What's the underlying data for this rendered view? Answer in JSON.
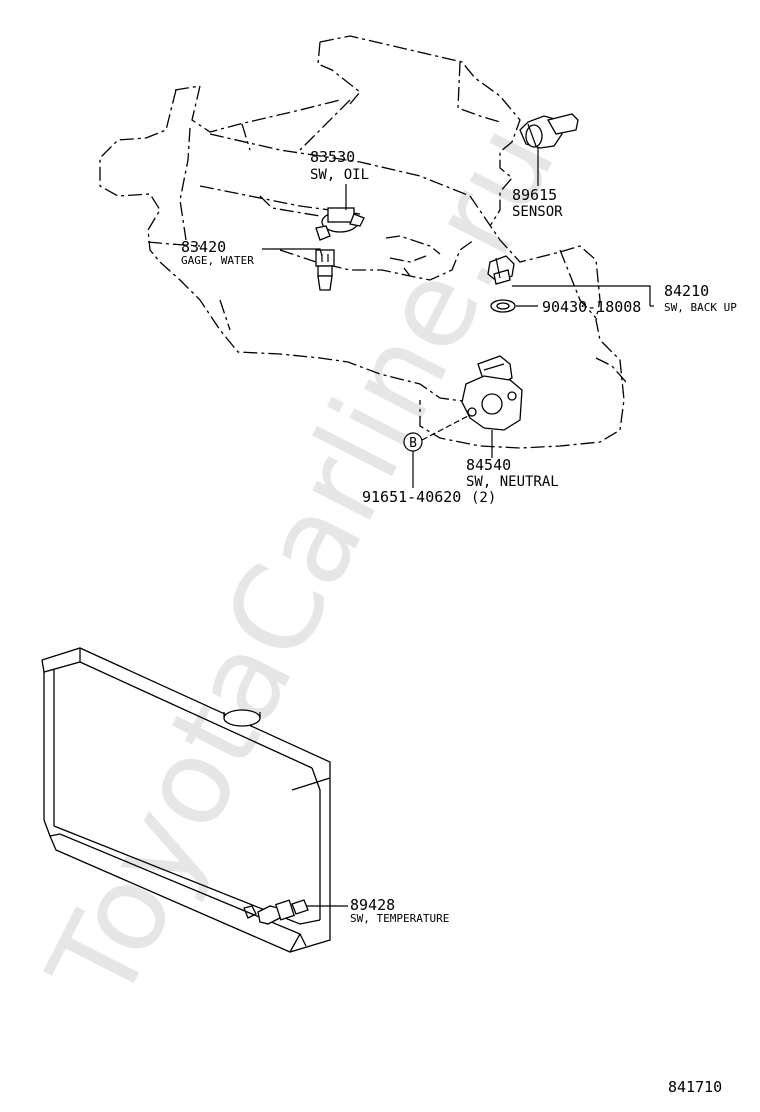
{
  "watermark": "ToyotaCarline.ru",
  "figure_number": "841710",
  "callouts": {
    "c83530": {
      "part_no": "83530",
      "name": "SW, OIL"
    },
    "c83420": {
      "part_no": "83420",
      "name": "GAGE, WATER"
    },
    "c89615": {
      "part_no": "89615",
      "name": "SENSOR"
    },
    "c84210": {
      "part_no": "84210",
      "name": "SW, BACK UP"
    },
    "c90430": {
      "part_no": "90430-18008"
    },
    "c84540": {
      "part_no": "84540",
      "name": "SW, NEUTRAL"
    },
    "c91651": {
      "part_no": "91651-40620",
      "qty": "(2)"
    },
    "c89428": {
      "part_no": "89428",
      "name": "SW, TEMPERATURE"
    }
  },
  "reference_marker": "B"
}
